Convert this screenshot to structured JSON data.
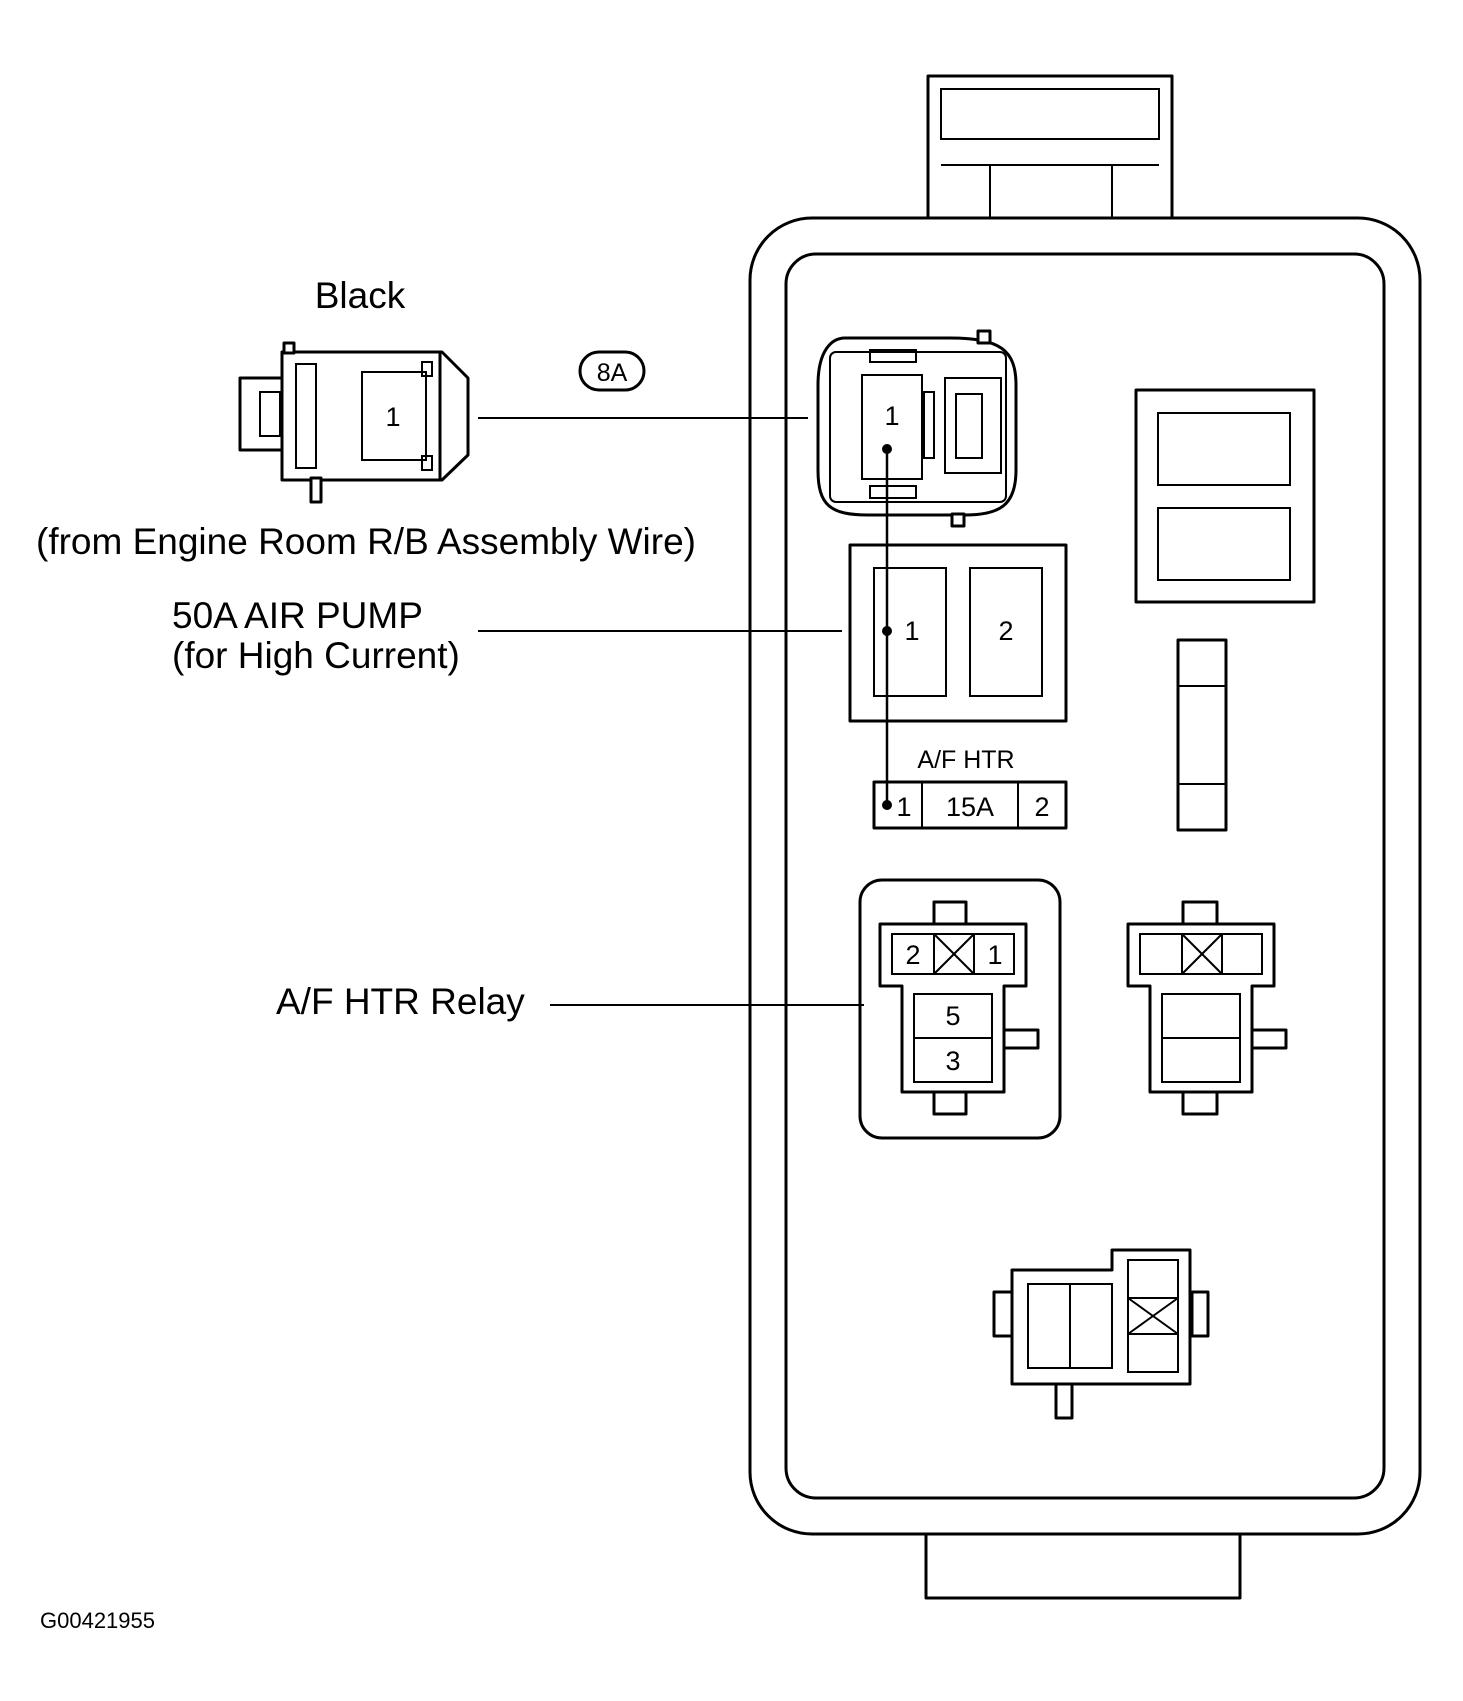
{
  "labels": {
    "connector_color": "Black",
    "connector_code": "8A",
    "connector_source": "(from Engine Room R/B Assembly Wire)",
    "air_pump_line1": "50A AIR PUMP",
    "air_pump_line2": "(for High Current)",
    "fuse_name": "A/F HTR",
    "relay_name": "A/F HTR Relay",
    "figure_code": "G00421955"
  },
  "pins": {
    "connector_pin": "1",
    "block_connector_pin": "1",
    "air_pump_pin_1": "1",
    "air_pump_pin_2": "2",
    "fuse_pin_1": "1",
    "fuse_rating": "15A",
    "fuse_pin_2": "2",
    "relay_pin_2": "2",
    "relay_pin_1": "1",
    "relay_pin_5": "5",
    "relay_pin_3": "3"
  }
}
